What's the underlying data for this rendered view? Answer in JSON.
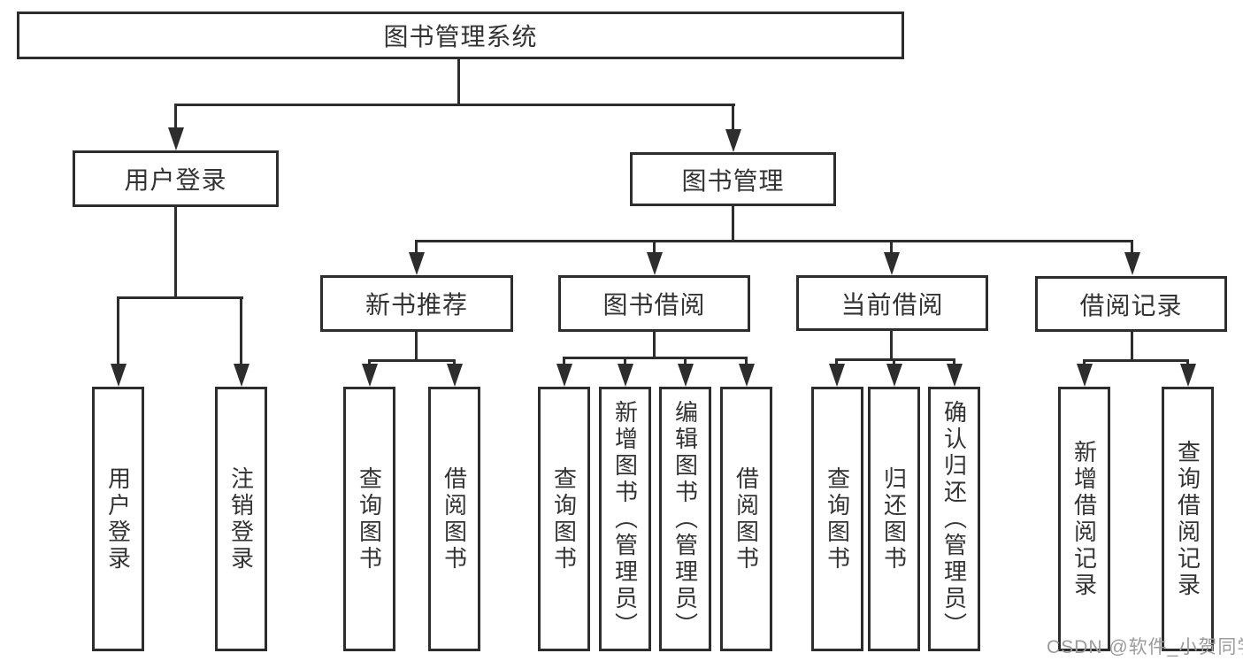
{
  "colors": {
    "line": "#2d2d2d",
    "text": "#333333",
    "watermark": "#9b9b9b",
    "background": "#ffffff"
  },
  "watermark": {
    "text": "CSDN @软件_小贺同学"
  },
  "diagram": {
    "type": "tree",
    "nodes": {
      "system": {
        "label": "图书管理系统",
        "children": [
          "user_login",
          "book_mgmt"
        ]
      },
      "user_login": {
        "label": "用户登录",
        "children": [
          "leaf_user_login",
          "leaf_logout"
        ]
      },
      "book_mgmt": {
        "label": "图书管理",
        "children": [
          "new_book_rec",
          "book_borrow",
          "current_borrow",
          "borrow_records"
        ]
      },
      "new_book_rec": {
        "label": "新书推荐",
        "children": [
          "leaf_rec_query_book",
          "leaf_rec_borrow_book"
        ]
      },
      "book_borrow": {
        "label": "图书借阅",
        "children": [
          "leaf_bb_query_book",
          "leaf_bb_add_book",
          "leaf_bb_edit_book",
          "leaf_bb_borrow_book"
        ]
      },
      "current_borrow": {
        "label": "当前借阅",
        "children": [
          "leaf_cb_query_book",
          "leaf_cb_return_book",
          "leaf_cb_confirm_return"
        ]
      },
      "borrow_records": {
        "label": "借阅记录",
        "children": [
          "leaf_br_add_record",
          "leaf_br_query_record"
        ]
      },
      "leaf_user_login": {
        "label": "用户登录"
      },
      "leaf_logout": {
        "label": "注销登录"
      },
      "leaf_rec_query_book": {
        "label": "查询图书"
      },
      "leaf_rec_borrow_book": {
        "label": "借阅图书"
      },
      "leaf_bb_query_book": {
        "label": "查询图书"
      },
      "leaf_bb_add_book": {
        "label": "新增图书（管理员）"
      },
      "leaf_bb_edit_book": {
        "label": "编辑图书（管理员）"
      },
      "leaf_bb_borrow_book": {
        "label": "借阅图书"
      },
      "leaf_cb_query_book": {
        "label": "查询图书"
      },
      "leaf_cb_return_book": {
        "label": "归还图书"
      },
      "leaf_cb_confirm_return": {
        "label": "确认归还（管理员）"
      },
      "leaf_br_add_record": {
        "label": "新增借阅记录"
      },
      "leaf_br_query_record": {
        "label": "查询借阅记录"
      }
    }
  }
}
